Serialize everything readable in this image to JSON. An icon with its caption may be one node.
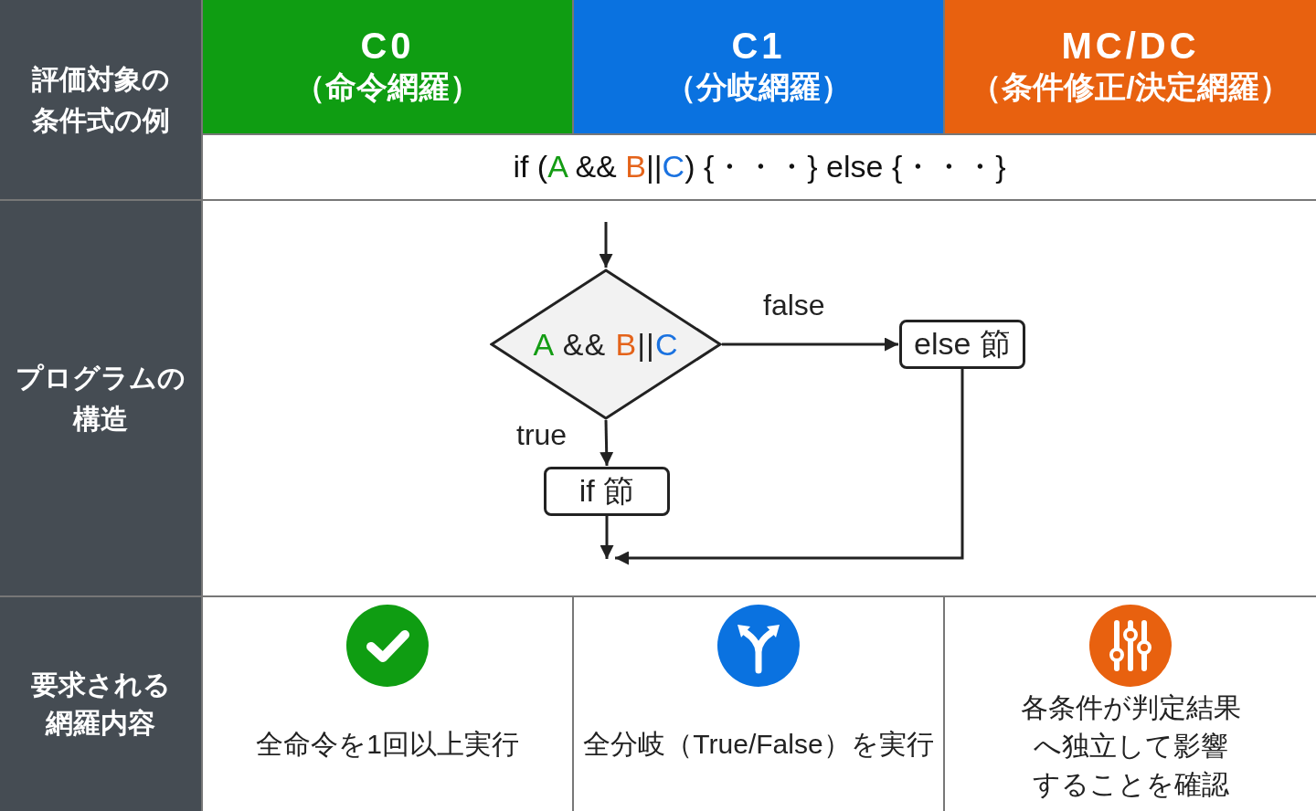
{
  "diagram": {
    "nodes": [
      {
        "text": [
          "A && B||C"
        ]
      },
      {
        "text": [
          "else 節"
        ]
      },
      {
        "text": [
          "if 節"
        ]
      }
    ],
    "edges": [
      {
        "from": null,
        "to": 0,
        "arrow": "to"
      },
      {
        "from": 0,
        "to": 1,
        "arrow": "to",
        "label": "false"
      },
      {
        "from": 0,
        "to": 2,
        "arrow": "to",
        "label": "true"
      },
      {
        "from": 2,
        "to": null,
        "arrow": "to"
      },
      {
        "from": 1,
        "to": null,
        "arrow": "to"
      }
    ],
    "labels": [
      "評価対象の条件式の例",
      "C0",
      "（命令網羅）",
      "C1",
      "（分岐網羅）",
      "MC/DC",
      "（条件修正/決定網羅）",
      "if (A && B||C) {・・・} else {・・・}",
      "プログラムの構造",
      "要求される網羅内容",
      "全命令を1回以上実行",
      "全分岐（True/False）を実行",
      "各条件が判定結果へ独立して影響することを確認"
    ]
  }
}
